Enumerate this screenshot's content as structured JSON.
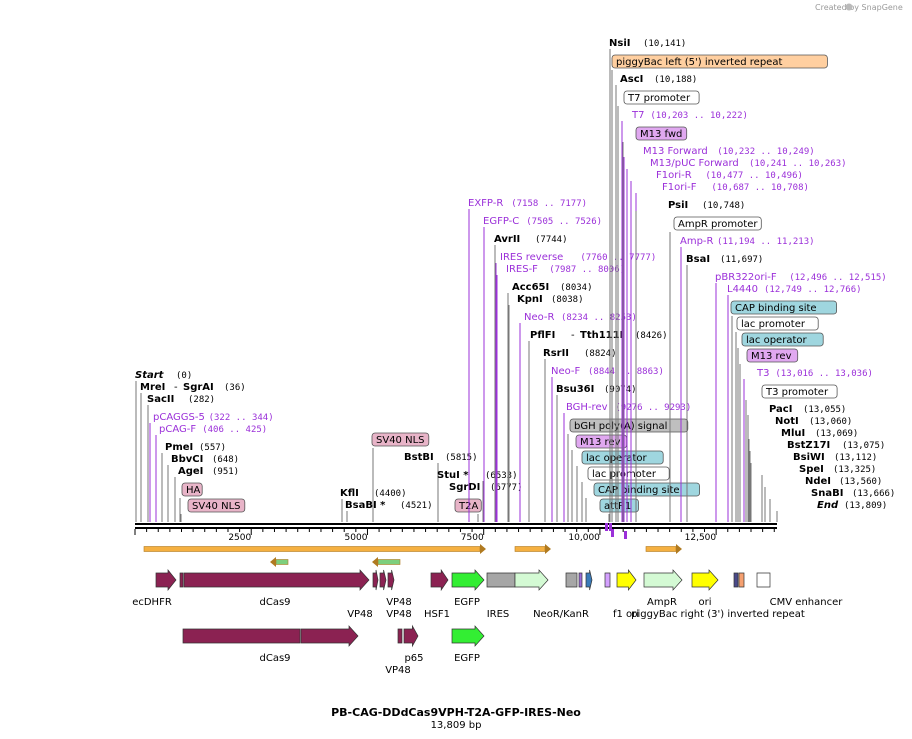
{
  "credit": "Created by SnapGene",
  "title": "PB-CAG-DDdCas9VPH-T2A-GFP-IRES-Neo",
  "length_label": "13,809 bp",
  "total_bp": 13809,
  "scale_ticks": [
    "2500",
    "5000",
    "7500",
    "10,000",
    "12,500"
  ],
  "scale_values": [
    2500,
    5000,
    7500,
    10000,
    12500
  ],
  "colors": {
    "primer": "#9b30d9",
    "dcas9": "#8b2252",
    "egfp": "#33ee33",
    "neo": "#d4fad4",
    "gray": "#a6a6a6",
    "ori": "#ffff00",
    "orange_bar": "#f5b041"
  },
  "labels": [
    {
      "id": "start",
      "name": "Start",
      "coord": "(0)",
      "style": "start",
      "bp": 0
    },
    {
      "id": "mrei",
      "name": "MreI",
      "name2": "SgrAI",
      "coord": "(36)",
      "style": "enz",
      "bp": 36
    },
    {
      "id": "sacii",
      "name": "SacII",
      "coord": "(282)",
      "style": "enz",
      "bp": 282
    },
    {
      "id": "pcaggs5",
      "name": "pCAGGS-5",
      "coord": "(322 .. 344)",
      "style": "primer",
      "bp": 333
    },
    {
      "id": "pcagf",
      "name": "pCAG-F",
      "coord": "(406 .. 425)",
      "style": "primer",
      "bp": 415
    },
    {
      "id": "pmei",
      "name": "PmeI",
      "coord": "(557)",
      "style": "enz",
      "bp": 557
    },
    {
      "id": "bbvci",
      "name": "BbvCI",
      "coord": "(648)",
      "style": "enz",
      "bp": 648
    },
    {
      "id": "agei",
      "name": "AgeI",
      "coord": "(951)",
      "style": "enz",
      "bp": 951
    },
    {
      "id": "ha",
      "name": "HA",
      "style": "box_pink",
      "bp": 1000
    },
    {
      "id": "sv40nls1",
      "name": "SV40 NLS",
      "style": "box_pink",
      "bp": 1060
    },
    {
      "id": "sv40nls2",
      "name": "SV40 NLS",
      "style": "box_pink",
      "bp": 5200
    },
    {
      "id": "bstbi",
      "name": "BstBI",
      "coord": "(5815)",
      "style": "enz",
      "bp": 5815
    },
    {
      "id": "kfli",
      "name": "KflI",
      "coord": "(4400)",
      "style": "enz",
      "bp": 4400
    },
    {
      "id": "bsabi",
      "name": "BsaBI *",
      "coord": "(4521)",
      "style": "enz",
      "bp": 4521
    },
    {
      "id": "stui",
      "name": "StuI *",
      "coord": "(6533)",
      "style": "enz",
      "bp": 6533
    },
    {
      "id": "sgrdi",
      "name": "SgrDI",
      "coord": "(6777)",
      "style": "enz",
      "bp": 6777
    },
    {
      "id": "t2a",
      "name": "T2A",
      "style": "box_pink",
      "bp": 6850
    },
    {
      "id": "exfpr",
      "name": "EXFP-R",
      "coord": "(7158 .. 7177)",
      "style": "primer",
      "bp": 7168
    },
    {
      "id": "egfpc",
      "name": "EGFP-C",
      "coord": "(7505 .. 7526)",
      "style": "primer",
      "bp": 7515
    },
    {
      "id": "avrii",
      "name": "AvrII",
      "coord": "(7744)",
      "style": "enz",
      "bp": 7744
    },
    {
      "id": "iresrev",
      "name": "IRES reverse",
      "coord": "(7760 .. 7777)",
      "style": "primer",
      "bp": 7768
    },
    {
      "id": "iresf",
      "name": "IRES-F",
      "coord": "(7987 .. 8006)",
      "style": "primer",
      "bp": 7996
    },
    {
      "id": "acc65i",
      "name": "Acc65I",
      "coord": "(8034)",
      "style": "enz",
      "bp": 8034
    },
    {
      "id": "kpni",
      "name": "KpnI",
      "coord": "(8038)",
      "style": "enz",
      "bp": 8038
    },
    {
      "id": "neor",
      "name": "Neo-R",
      "coord": "(8234 .. 8253)",
      "style": "primer",
      "bp": 8243
    },
    {
      "id": "pflfi",
      "name": "PflFI",
      "name2": "Tth111I",
      "coord": "(8426)",
      "style": "enz",
      "bp": 8426
    },
    {
      "id": "rsrii",
      "name": "RsrII",
      "coord": "(8824)",
      "style": "enz",
      "bp": 8824
    },
    {
      "id": "neof",
      "name": "Neo-F",
      "coord": "(8844 .. 8863)",
      "style": "primer",
      "bp": 8853
    },
    {
      "id": "bsu36i",
      "name": "Bsu36I",
      "coord": "(9074)",
      "style": "enz",
      "bp": 9074
    },
    {
      "id": "bghrev",
      "name": "BGH-rev",
      "coord": "(9276 .. 9293)",
      "style": "primer",
      "bp": 9284
    },
    {
      "id": "bgh",
      "name": "bGH poly(A) signal",
      "style": "box_gray",
      "bp": 9350
    },
    {
      "id": "m13rev1",
      "name": "M13 rev",
      "style": "box_violet",
      "bp": 9500
    },
    {
      "id": "lacop1",
      "name": "lac operator",
      "style": "box_teal",
      "bp": 9560
    },
    {
      "id": "lacprom1",
      "name": "lac promoter",
      "style": "box_white",
      "bp": 9620
    },
    {
      "id": "cap1",
      "name": "CAP binding site",
      "style": "box_teal",
      "bp": 9700
    },
    {
      "id": "attr1",
      "name": "attR1",
      "style": "box_teal",
      "bp": 9920
    },
    {
      "id": "nsii",
      "name": "NsiI",
      "coord": "(10,141)",
      "style": "enz",
      "bp": 10141
    },
    {
      "id": "pbleft",
      "name": "piggyBac left (5') inverted repeat",
      "style": "box_orange",
      "bp": 10160
    },
    {
      "id": "asci",
      "name": "AscI",
      "coord": "(10,188)",
      "style": "enz",
      "bp": 10188
    },
    {
      "id": "t7prom",
      "name": "T7 promoter",
      "style": "box_white",
      "bp": 10200
    },
    {
      "id": "t7",
      "name": "T7",
      "coord": "(10,203 .. 10,222)",
      "style": "primer",
      "bp": 10212
    },
    {
      "id": "m13fwd",
      "name": "M13 fwd",
      "style": "box_violet",
      "bp": 10240
    },
    {
      "id": "m13forward",
      "name": "M13 Forward",
      "coord": "(10,232 .. 10,249)",
      "style": "primer",
      "bp": 10240
    },
    {
      "id": "m13puc",
      "name": "M13/pUC Forward",
      "coord": "(10,241 .. 10,263)",
      "style": "primer",
      "bp": 10252
    },
    {
      "id": "f1orir",
      "name": "F1ori-R",
      "coord": "(10,477 .. 10,496)",
      "style": "primer",
      "bp": 10486
    },
    {
      "id": "f1orif",
      "name": "F1ori-F",
      "coord": "(10,687 .. 10,708)",
      "style": "primer",
      "bp": 10697
    },
    {
      "id": "psii",
      "name": "PsiI",
      "coord": "(10,748)",
      "style": "enz",
      "bp": 10748
    },
    {
      "id": "ampprom",
      "name": "AmpR promoter",
      "style": "box_white",
      "bp": 10800
    },
    {
      "id": "ampr",
      "name": "Amp-R",
      "coord": "(11,194 .. 11,213)",
      "style": "primer",
      "bp": 11203
    },
    {
      "id": "bsai",
      "name": "BsaI",
      "coord": "(11,697)",
      "style": "enz",
      "bp": 11697
    },
    {
      "id": "pbr322",
      "name": "pBR322ori-F",
      "coord": "(12,496 .. 12,515)",
      "style": "primer",
      "bp": 12505
    },
    {
      "id": "l4440",
      "name": "L4440",
      "coord": "(12,749 .. 12,766)",
      "style": "primer",
      "bp": 12757
    },
    {
      "id": "cap2",
      "name": "CAP binding site",
      "style": "box_teal",
      "bp": 12800
    },
    {
      "id": "lacprom2",
      "name": "lac promoter",
      "style": "box_white",
      "bp": 12840
    },
    {
      "id": "lacop2",
      "name": "lac operator",
      "style": "box_teal",
      "bp": 12880
    },
    {
      "id": "m13rev2",
      "name": "M13 rev",
      "style": "box_violet",
      "bp": 12920
    },
    {
      "id": "t3",
      "name": "T3",
      "coord": "(13,016 .. 13,036)",
      "style": "primer",
      "bp": 13026
    },
    {
      "id": "t3prom",
      "name": "T3 promoter",
      "style": "box_white",
      "bp": 13040
    },
    {
      "id": "paci",
      "name": "PacI",
      "coord": "(13,055)",
      "style": "enz",
      "bp": 13055
    },
    {
      "id": "noti",
      "name": "NotI",
      "coord": "(13,060)",
      "style": "enz",
      "bp": 13060
    },
    {
      "id": "mlui",
      "name": "MluI",
      "coord": "(13,069)",
      "style": "enz",
      "bp": 13069
    },
    {
      "id": "bstz17i",
      "name": "BstZ17I",
      "coord": "(13,075)",
      "style": "enz",
      "bp": 13075
    },
    {
      "id": "bsiwi",
      "name": "BsiWI",
      "coord": "(13,112)",
      "style": "enz",
      "bp": 13112
    },
    {
      "id": "spei",
      "name": "SpeI",
      "coord": "(13,325)",
      "style": "enz",
      "bp": 13325
    },
    {
      "id": "ndei",
      "name": "NdeI",
      "coord": "(13,560)",
      "style": "enz",
      "bp": 13560
    },
    {
      "id": "snabi",
      "name": "SnaBI",
      "coord": "(13,666)",
      "style": "enz",
      "bp": 13666
    },
    {
      "id": "end",
      "name": "End",
      "coord": "(13,809)",
      "style": "start",
      "bp": 13809
    }
  ],
  "feature_labels": [
    {
      "id": "ecdhfr",
      "text": "ecDHFR"
    },
    {
      "id": "dcas9a",
      "text": "dCas9"
    },
    {
      "id": "vp48a",
      "text": "VP48"
    },
    {
      "id": "vp48b",
      "text": "VP48"
    },
    {
      "id": "vp48top",
      "text": "VP48"
    },
    {
      "id": "hsf1",
      "text": "HSF1"
    },
    {
      "id": "egfp1",
      "text": "EGFP"
    },
    {
      "id": "ires",
      "text": "IRES"
    },
    {
      "id": "neo",
      "text": "NeoR/KanR"
    },
    {
      "id": "f1ori",
      "text": "f1 ori"
    },
    {
      "id": "ampr",
      "text": "AmpR"
    },
    {
      "id": "pbright",
      "text": "piggyBac right (3') inverted repeat"
    },
    {
      "id": "ori",
      "text": "ori"
    },
    {
      "id": "cmv",
      "text": "CMV enhancer"
    },
    {
      "id": "dcas9b",
      "text": "dCas9"
    },
    {
      "id": "p65",
      "text": "p65"
    },
    {
      "id": "vp48c",
      "text": "VP48"
    },
    {
      "id": "egfp2",
      "text": "EGFP"
    }
  ]
}
